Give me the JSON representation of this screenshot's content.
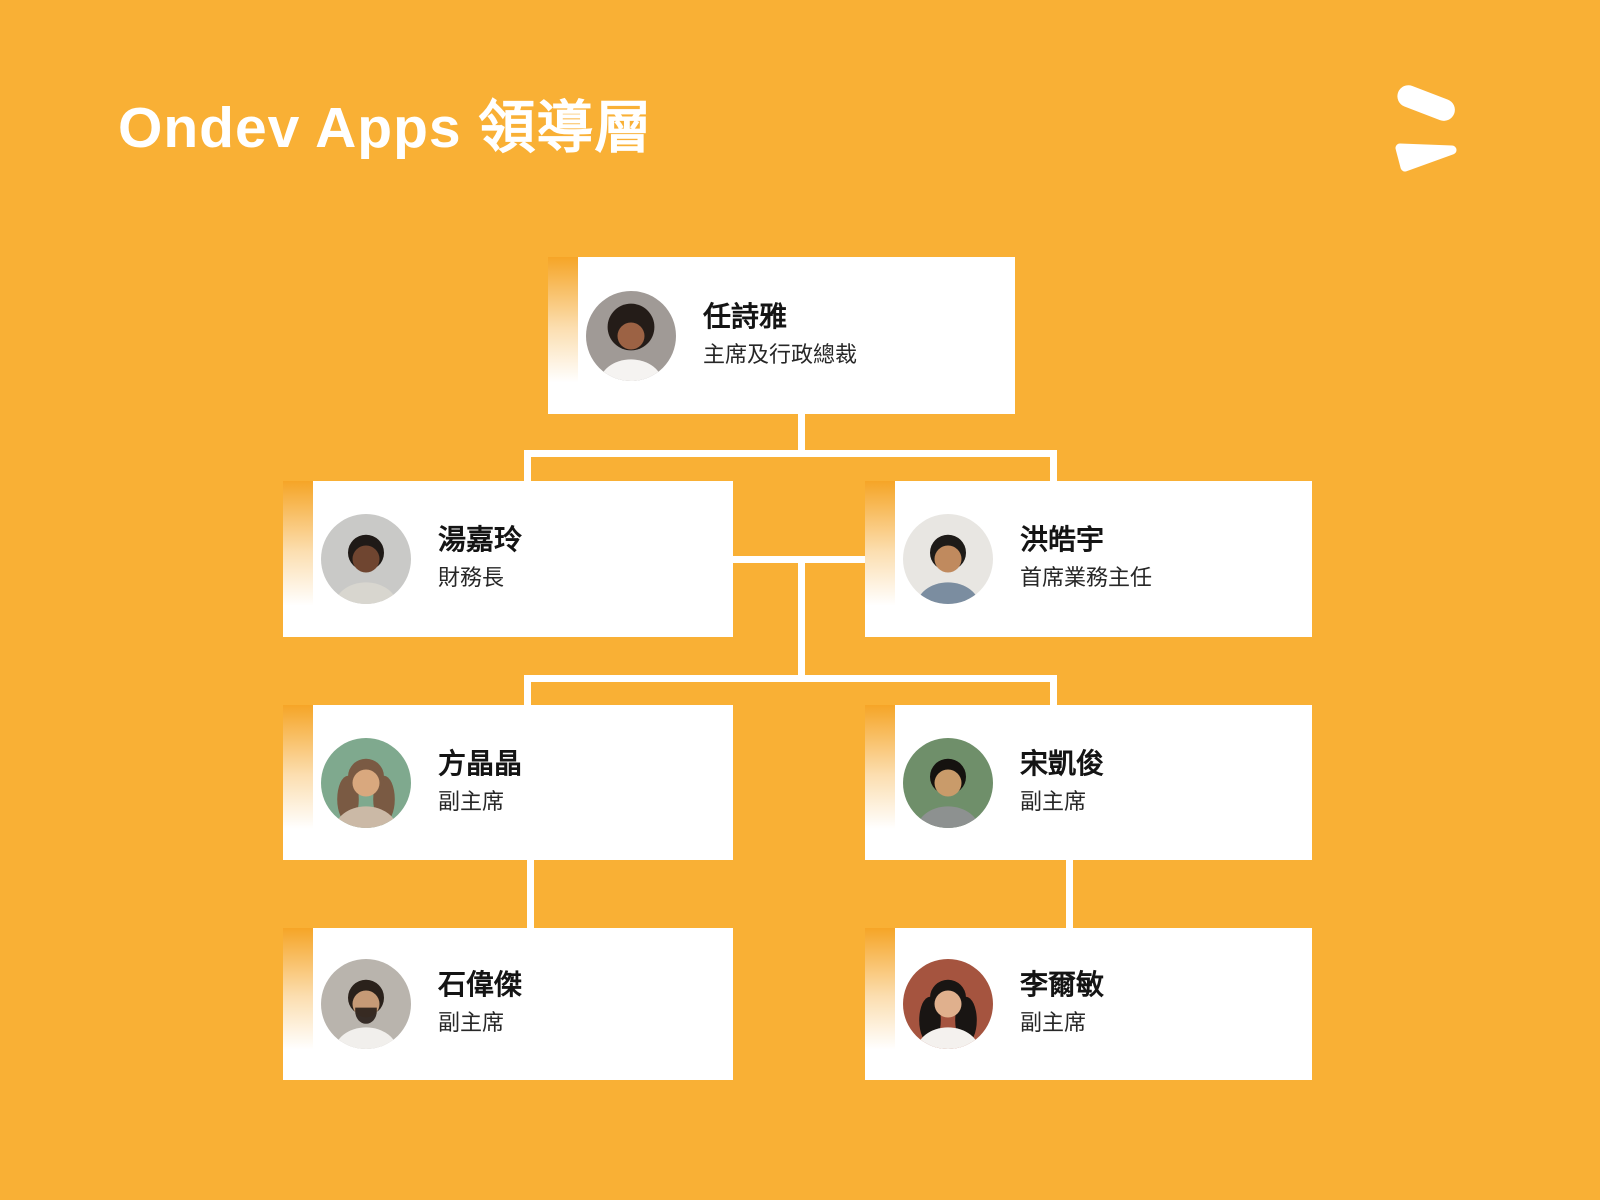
{
  "page": {
    "title": "Ondev Apps 領導層"
  },
  "logo": {
    "name": "ondev-apps-logo",
    "color": "#FFFFFF"
  },
  "colors": {
    "background": "#F9B035",
    "card": "#FFFFFF",
    "card_edge_gradient": "#F5A01B",
    "connector": "#FFFFFF",
    "name_text": "#141414",
    "role_text": "#272727",
    "title_text": "#FFFFFF"
  },
  "org": {
    "nodes": [
      {
        "level": 1,
        "name": "任詩雅",
        "title": "主席及行政總裁",
        "avatar": {
          "style": "afro",
          "bg": "#A09A96",
          "hair": "#241C18",
          "skin": "#9C6244",
          "shirt": "#F5F3F1"
        }
      },
      {
        "level": 2,
        "name": "湯嘉玲",
        "title": "財務長",
        "avatar": {
          "style": "short",
          "bg": "#C9C9C7",
          "hair": "#1F1A17",
          "skin": "#6F4530",
          "shirt": "#D8D6CF"
        }
      },
      {
        "level": 2,
        "name": "洪皓宇",
        "title": "首席業務主任",
        "avatar": {
          "style": "short",
          "bg": "#E8E6E2",
          "hair": "#1E1B18",
          "skin": "#C08A5E",
          "shirt": "#7B8DA0"
        }
      },
      {
        "level": 3,
        "name": "方晶晶",
        "title": "副主席",
        "avatar": {
          "style": "long",
          "bg": "#7FA98E",
          "hair": "#7A5A43",
          "skin": "#D9A87E",
          "shirt": "#CBB9A6"
        }
      },
      {
        "level": 3,
        "name": "宋凱俊",
        "title": "副主席",
        "avatar": {
          "style": "short",
          "bg": "#6F8F6A",
          "hair": "#15120F",
          "skin": "#C99B6A",
          "shirt": "#8D9190"
        }
      },
      {
        "level": 4,
        "name": "石偉傑",
        "title": "副主席",
        "avatar": {
          "style": "beard",
          "bg": "#B9B4AD",
          "hair": "#2A211B",
          "skin": "#C69A76",
          "shirt": "#F1EFEC"
        }
      },
      {
        "level": 4,
        "name": "李爾敏",
        "title": "副主席",
        "avatar": {
          "style": "long",
          "bg": "#A5543F",
          "hair": "#191513",
          "skin": "#E0B08D",
          "shirt": "#F4F1EE"
        }
      }
    ]
  }
}
